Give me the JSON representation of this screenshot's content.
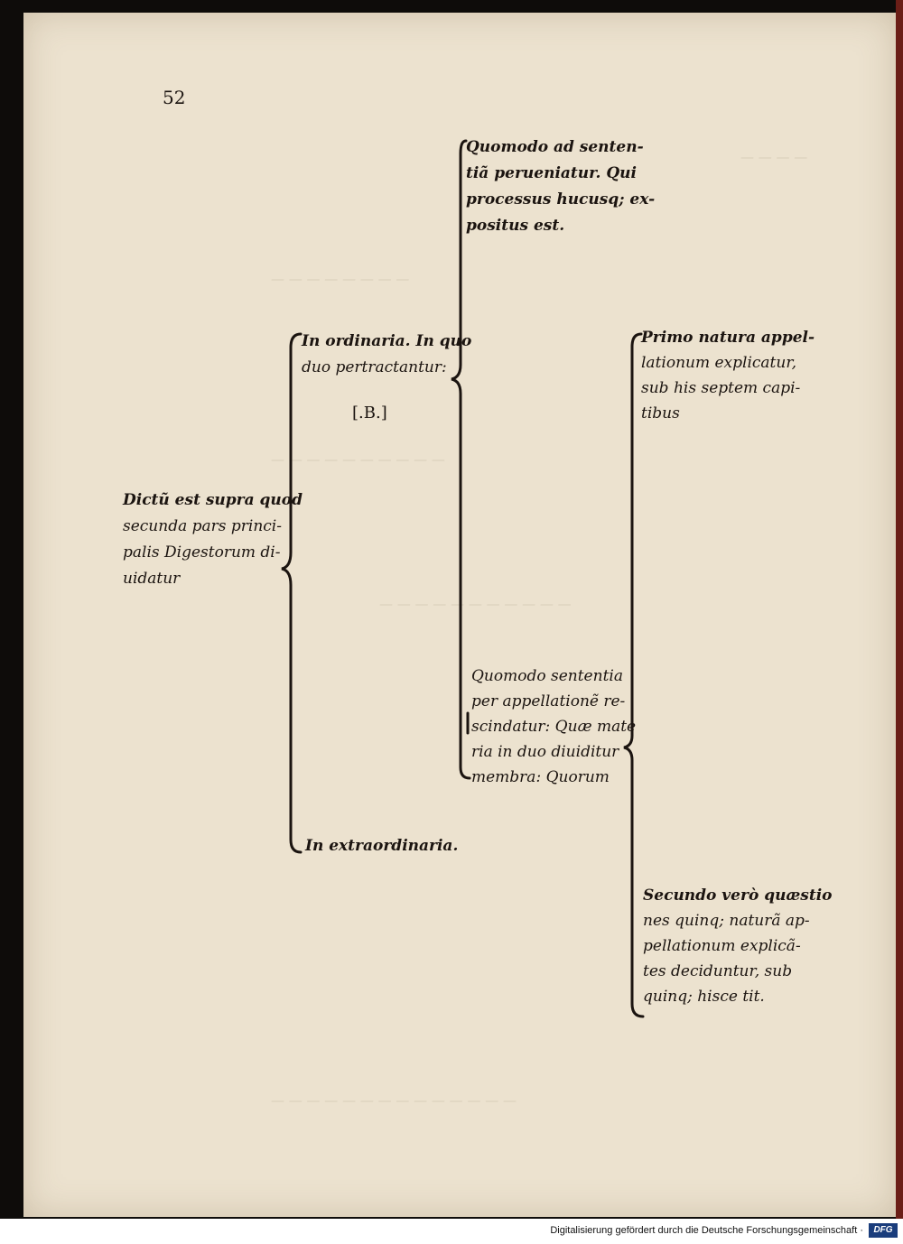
{
  "page": {
    "number": "52",
    "mark": "[.B.]"
  },
  "blocks": {
    "main": [
      "Dictũ est supra quod",
      "secunda pars princi-",
      "palis Digestorum di-",
      "uidatur"
    ],
    "ordinaria": [
      "In ordinaria. In quo",
      "duo pertractantur:"
    ],
    "extraordinaria": [
      "In extraordinaria."
    ],
    "sententia_first": [
      "Quomodo ad senten-",
      "tiã perueniatur. Qui",
      "processus hucusq; ex-",
      "positus est."
    ],
    "sententia_second": [
      "Quomodo sententia",
      "per appellationẽ re-",
      "scindatur: Quæ mate",
      "ria in duo diuiditur",
      "membra: Quorum"
    ],
    "primo": [
      "Primo natura appel-",
      "lationum explicatur,",
      "sub his septem capi-",
      "tibus"
    ],
    "secundo": [
      "Secundo verò quæstio",
      "nes quinq; naturã ap-",
      "pellationum explicã-",
      "tes deciduntur, sub",
      "quinq; hisce tit."
    ]
  },
  "footer": {
    "credit": "Digitalisierung gefördert durch die Deutsche Forschungsgemeinschaft ·",
    "logo": "DFG"
  }
}
